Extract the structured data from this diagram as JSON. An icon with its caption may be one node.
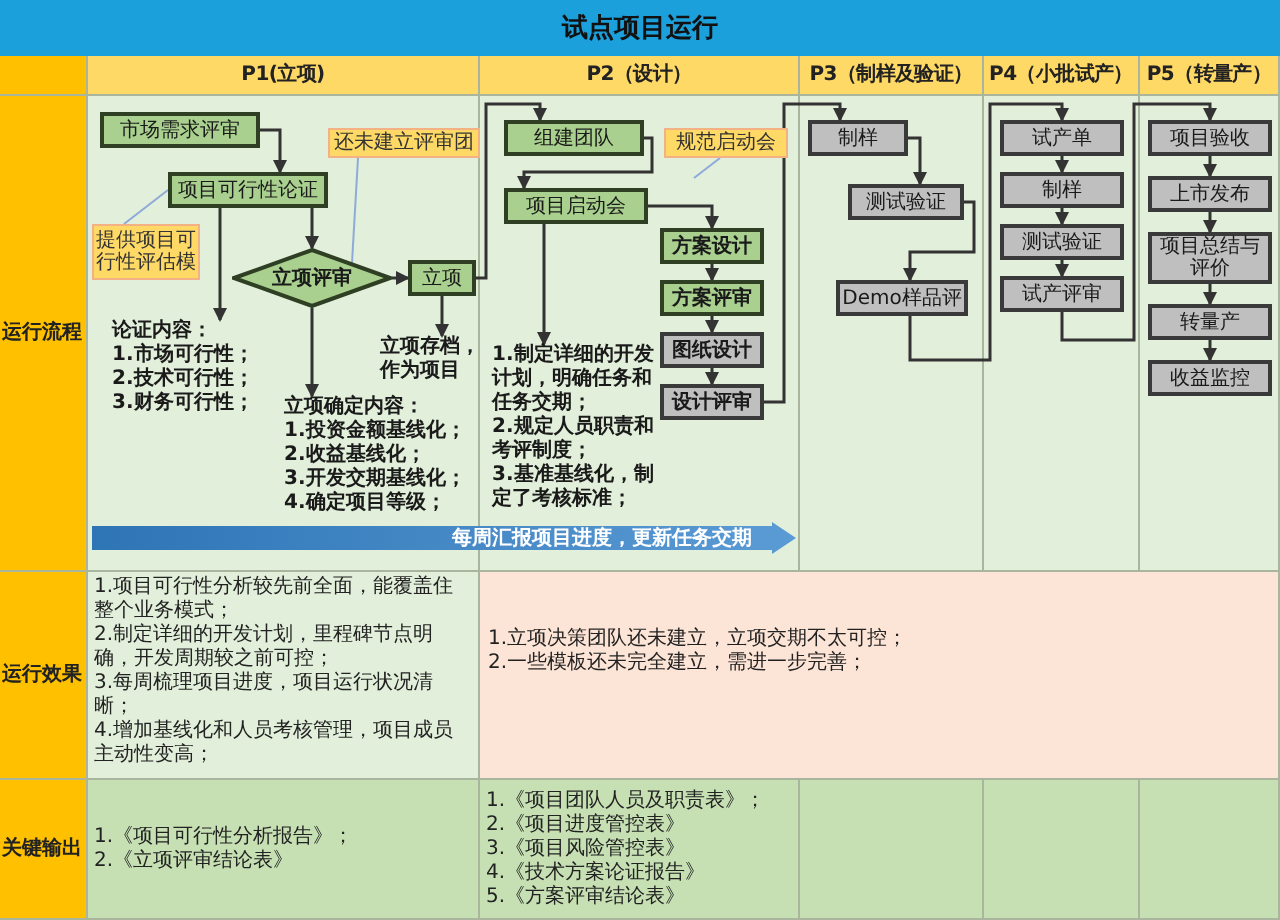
{
  "diagram": {
    "title": "试点项目运行",
    "nodes": [
      {
        "text": [
          "市场需求评审"
        ]
      },
      {
        "text": [
          "项目可行性论证"
        ]
      },
      {
        "text": [
          "提供项目可行性评估模"
        ]
      },
      {
        "text": [
          "还未建立评审团"
        ]
      },
      {
        "text": [
          "立项评审"
        ]
      },
      {
        "text": [
          "立项"
        ]
      },
      {
        "text": [
          "论证内容：",
          "1.市场可行性；",
          "2.技术可行性；",
          "3.财务可行性；"
        ]
      },
      {
        "text": [
          "立项确定内容：",
          "1.投资金额基线化；",
          "2.收益基线化；",
          "3.开发交期基线化；",
          "4.确定项目等级；"
        ]
      },
      {
        "text": [
          "立项存档，作为项目"
        ]
      },
      {
        "text": [
          "组建团队"
        ]
      },
      {
        "text": [
          "规范启动会"
        ]
      },
      {
        "text": [
          "项目启动会"
        ]
      },
      {
        "text": [
          "方案设计"
        ]
      },
      {
        "text": [
          "方案评审"
        ]
      },
      {
        "text": [
          "图纸设计"
        ]
      },
      {
        "text": [
          "设计评审"
        ]
      },
      {
        "text": [
          "1.制定详细的开发计划，明确任务和任务交期；",
          "2.规定人员职责和考评制度；",
          "3.基准基线化，制定了考核标准；"
        ]
      },
      {
        "text": [
          "制样"
        ]
      },
      {
        "text": [
          "测试验证"
        ]
      },
      {
        "text": [
          "Demo样品评"
        ]
      },
      {
        "text": [
          "试产单"
        ]
      },
      {
        "text": [
          "制样"
        ]
      },
      {
        "text": [
          "测试验证"
        ]
      },
      {
        "text": [
          "试产评审"
        ]
      },
      {
        "text": [
          "项目验收"
        ]
      },
      {
        "text": [
          "上市发布"
        ]
      },
      {
        "text": [
          "项目总结与评价"
        ]
      },
      {
        "text": [
          "转量产"
        ]
      },
      {
        "text": [
          "收益监控"
        ]
      },
      {
        "text": [
          "每周汇报项目进度，更新任务交期"
        ]
      }
    ],
    "edges": [
      {
        "from": 0,
        "to": 1,
        "arrow": "to"
      },
      {
        "from": 1,
        "to": 4,
        "arrow": "to"
      },
      {
        "from": 2,
        "to": 1,
        "arrow": "none",
        "color": "#8eaadb"
      },
      {
        "from": 3,
        "to": 4,
        "arrow": "none",
        "color": "#8eaadb"
      },
      {
        "from": 4,
        "to": 5,
        "arrow": "to"
      },
      {
        "from": 1,
        "to": 6,
        "arrow": "to"
      },
      {
        "from": 4,
        "to": 7,
        "arrow": "to"
      },
      {
        "from": 5,
        "to": 8,
        "arrow": "to"
      },
      {
        "from": 5,
        "to": 9,
        "arrow": "to"
      },
      {
        "from": 9,
        "to": 11,
        "arrow": "to"
      },
      {
        "from": 10,
        "to": null,
        "arrow": "none",
        "color": "#8eaadb"
      },
      {
        "from": 11,
        "to": 12,
        "arrow": "to"
      },
      {
        "from": 11,
        "to": 16,
        "arrow": "to"
      },
      {
        "from": 12,
        "to": 13,
        "arrow": "to"
      },
      {
        "from": 13,
        "to": 14,
        "arrow": "to"
      },
      {
        "from": 14,
        "to": 15,
        "arrow": "to"
      },
      {
        "from": 15,
        "to": 17,
        "arrow": "to"
      },
      {
        "from": 17,
        "to": 18,
        "arrow": "to"
      },
      {
        "from": 18,
        "to": 19,
        "arrow": "to"
      },
      {
        "from": 19,
        "to": 20,
        "arrow": "to"
      },
      {
        "from": 20,
        "to": 21,
        "arrow": "to"
      },
      {
        "from": 21,
        "to": 22,
        "arrow": "to"
      },
      {
        "from": 22,
        "to": 23,
        "arrow": "to"
      },
      {
        "from": 23,
        "to": 24,
        "arrow": "to"
      },
      {
        "from": 24,
        "to": 25,
        "arrow": "to"
      },
      {
        "from": 25,
        "to": 26,
        "arrow": "to"
      },
      {
        "from": 26,
        "to": 27,
        "arrow": "to"
      },
      {
        "from": 27,
        "to": 28,
        "arrow": "to"
      }
    ],
    "labels": [
      "P1(立项)",
      "P2（设计）",
      "P3（制样及验证）",
      "P4（小批试产）",
      "P5（转量产）",
      "运行流程",
      "运行效果",
      "1.项目可行性分析较先前全面，能覆盖住整个业务模式；",
      "2.制定详细的开发计划，里程碑节点明确，开发周期较之前可控；",
      "3.每周梳理项目进度，项目运行状况清晰；",
      "4.增加基线化和人员考核管理，项目成员主动性变高；",
      "1.立项决策团队还未建立，立项交期不太可控；",
      "2.一些模板还未完全建立，需进一步完善；",
      "关键输出",
      "1.《项目可行性分析报告》；",
      "2.《立项评审结论表》",
      "1.《项目团队人员及职责表》；",
      "2.《项目进度管控表》",
      "3.《项目风险管控表》",
      "4.《技术方案论证报告》",
      "5.《方案评审结论表》"
    ]
  }
}
